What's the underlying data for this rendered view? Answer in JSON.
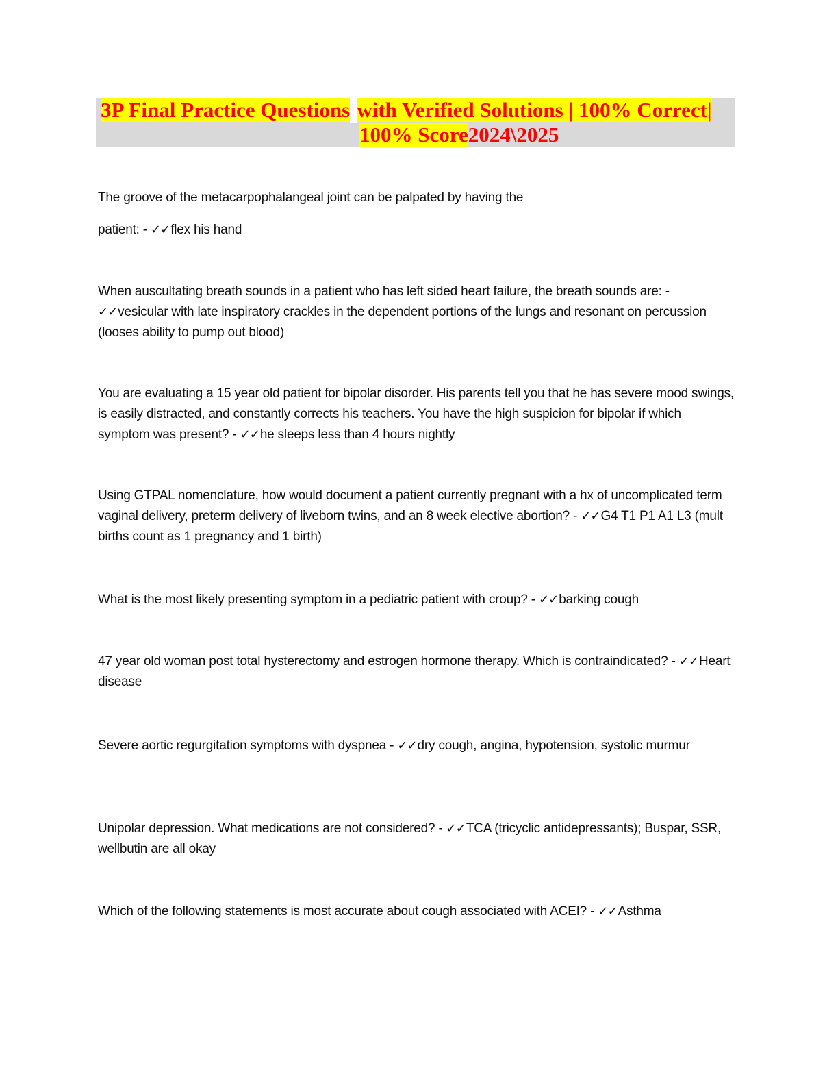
{
  "document": {
    "title": {
      "segment_1": "3P Final Practice Questions",
      "segment_2": "with Verified Solutions | 100% Correct|",
      "segment_3": "100% Score",
      "segment_4": "2024\\2025",
      "colors": {
        "text": "#ff0000",
        "highlight": "#ffff00",
        "band": "#d9d9d9"
      }
    },
    "check_mark": "✓✓",
    "items": [
      {
        "question": "The groove of the metacarpophalangeal joint can be palpated by having the",
        "question_cont": "patient: - ",
        "answer": "flex his hand"
      },
      {
        "question": "When auscultating breath sounds in a patient who has left sided heart failure, the breath sounds are: - ",
        "answer": "vesicular with late inspiratory crackles in the dependent portions of the lungs and resonant on percussion (looses ability to pump out blood)"
      },
      {
        "question": "You are evaluating a 15 year old patient for bipolar disorder. His parents tell you that he has severe mood swings, is easily distracted, and constantly corrects his teachers. You have the high suspicion for bipolar if which symptom was present? - ",
        "answer": "he sleeps less than 4 hours nightly"
      },
      {
        "question": "Using GTPAL nomenclature, how would document a patient currently pregnant with a hx of uncomplicated term vaginal delivery, preterm delivery of liveborn twins, and an 8 week elective abortion? - ",
        "answer": "G4 T1 P1 A1 L3 (mult births count as 1 pregnancy and 1 birth)"
      },
      {
        "question": "What is the most likely presenting symptom in a pediatric patient with croup? - ",
        "answer": "barking cough"
      },
      {
        "question": "47 year old woman post total hysterectomy and estrogen hormone therapy. Which is contraindicated? - ",
        "answer": "Heart disease"
      },
      {
        "question": "Severe aortic regurgitation symptoms with dyspnea - ",
        "answer": "dry cough, angina, hypotension, systolic murmur"
      },
      {
        "question": "Unipolar depression. What medications are not considered? - ",
        "answer": "TCA (tricyclic antidepressants); Buspar, SSR, wellbutin are all okay"
      },
      {
        "question": "Which of the following statements is most accurate about cough associated with ACEI? - ",
        "answer": "Asthma"
      }
    ]
  }
}
